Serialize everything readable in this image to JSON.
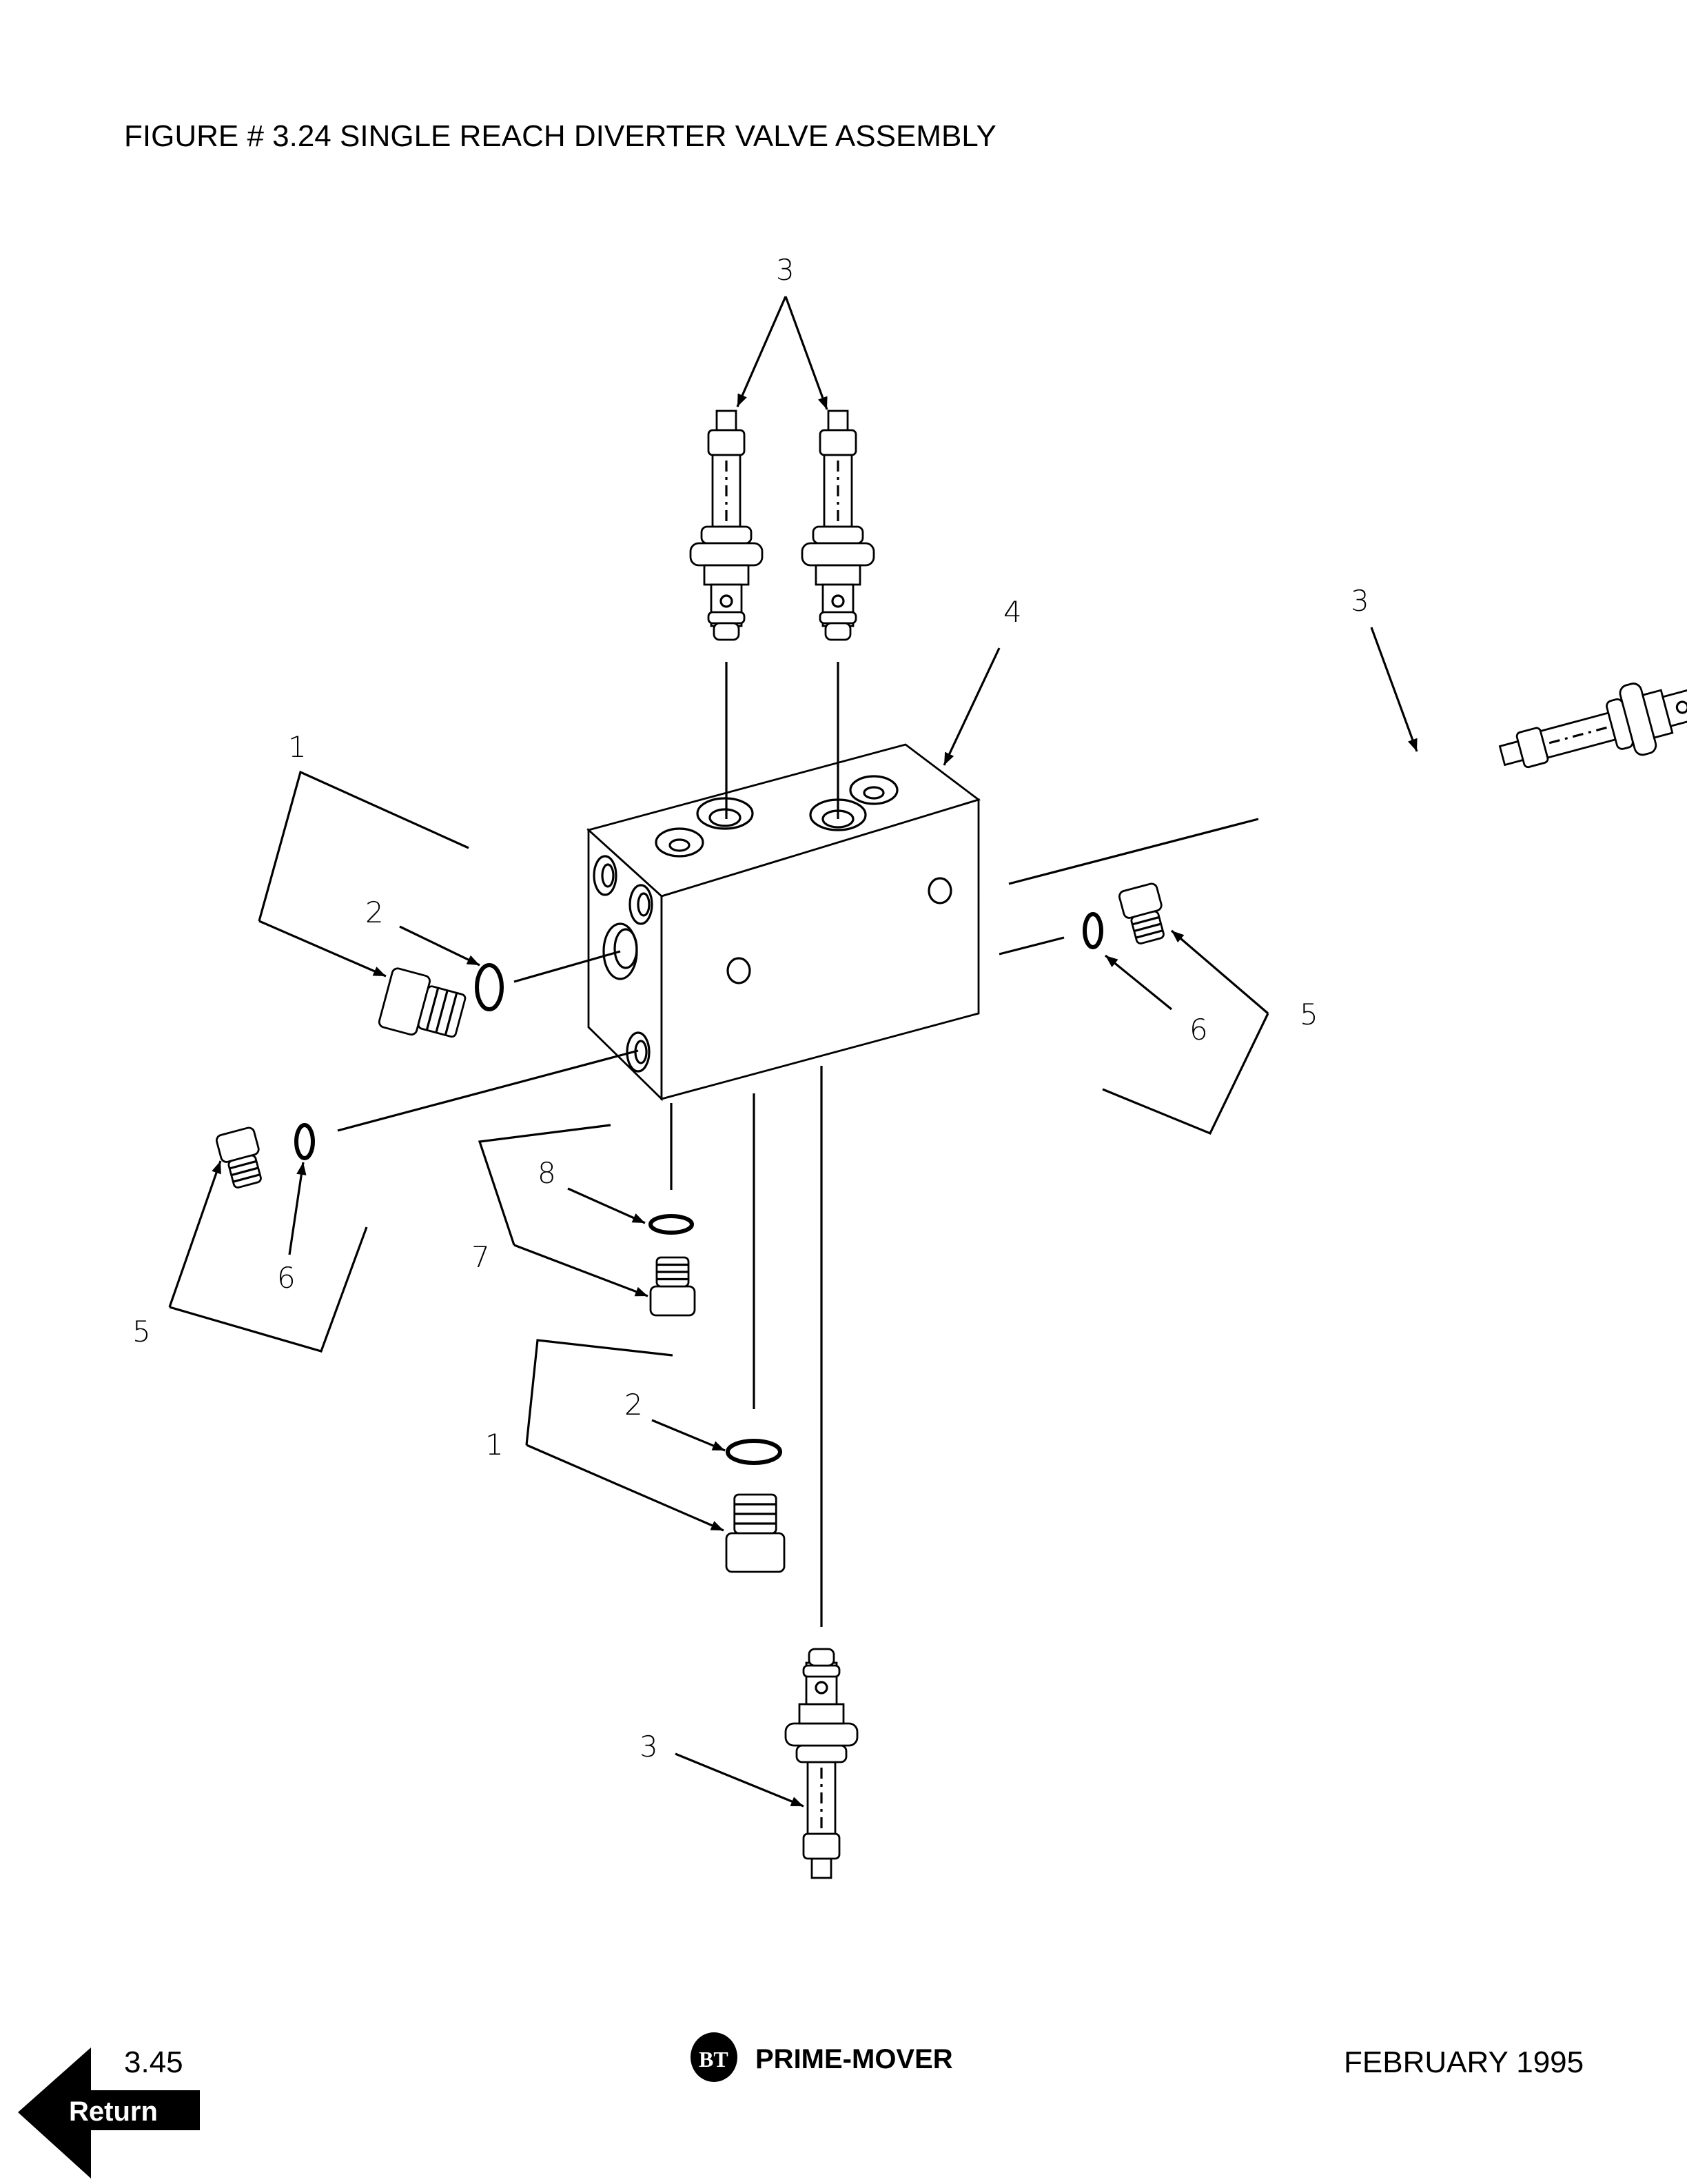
{
  "header": {
    "title": "FIGURE # 3.24  SINGLE REACH DIVERTER VALVE ASSEMBLY"
  },
  "callouts": {
    "top_valves": "3",
    "right_valve": "3",
    "manifold": "4",
    "left_plug": "1",
    "left_oring": "2",
    "right_plug": "5",
    "right_oring": "6",
    "lower_left_plug": "5",
    "lower_left_oring": "6",
    "bottom_oring_small": "8",
    "bottom_plug_small": "7",
    "bottom_oring_large": "2",
    "bottom_plug_large": "1",
    "bottom_valve": "3"
  },
  "footer": {
    "page_number": "3.45",
    "logo_mark": "BT",
    "logo_text": "PRIME-MOVER",
    "date": "FEBRUARY 1995",
    "return_label": "Return"
  }
}
